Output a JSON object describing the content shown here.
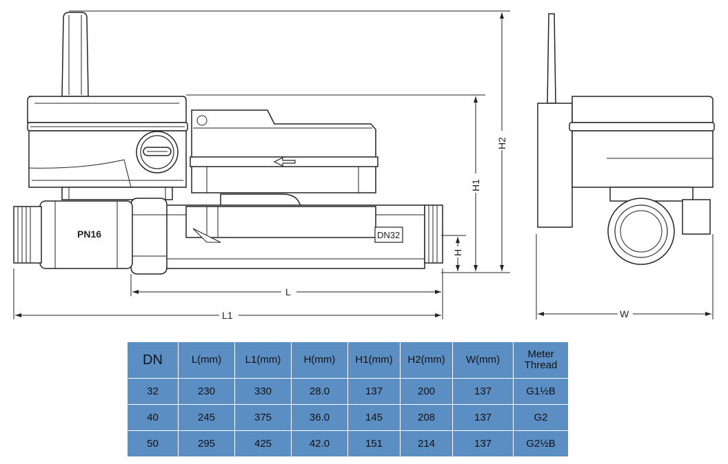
{
  "drawing": {
    "valve_label": "PN16",
    "body_label": "DN32",
    "dimensions": {
      "L": "L",
      "L1": "L1",
      "H": "H",
      "H1": "H1",
      "H2": "H2",
      "W": "W"
    }
  },
  "table": {
    "headers": [
      "DN",
      "L(mm)",
      "L1(mm)",
      "H(mm)",
      "H1(mm)",
      "H2(mm)",
      "W(mm)",
      "Meter Thread"
    ],
    "rows": [
      [
        "32",
        "230",
        "330",
        "28.0",
        "137",
        "200",
        "137",
        "G1½B"
      ],
      [
        "40",
        "245",
        "375",
        "36.0",
        "145",
        "208",
        "137",
        "G2"
      ],
      [
        "50",
        "295",
        "425",
        "42.0",
        "151",
        "214",
        "137",
        "G2½B"
      ]
    ],
    "fill_color": "#5b8fc4"
  }
}
